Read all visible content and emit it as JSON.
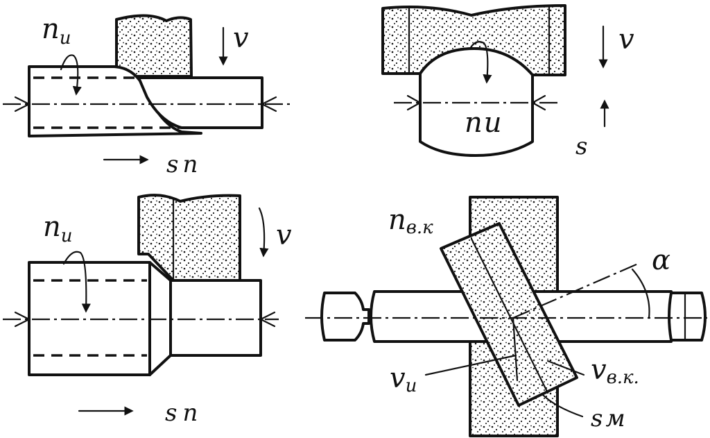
{
  "labels": {
    "n_i": "n",
    "n_i_sub": "u",
    "v": "v",
    "s_n": "s",
    "s_n_sub": "n",
    "s": "s",
    "n_vk": "n",
    "n_vk_sub": "в.к",
    "alpha": "α",
    "v_i": "v",
    "v_i_sub": "u",
    "v_vk": "v",
    "v_vk_sub": "в.к.",
    "s_m": "s",
    "s_m_sub": "м"
  }
}
